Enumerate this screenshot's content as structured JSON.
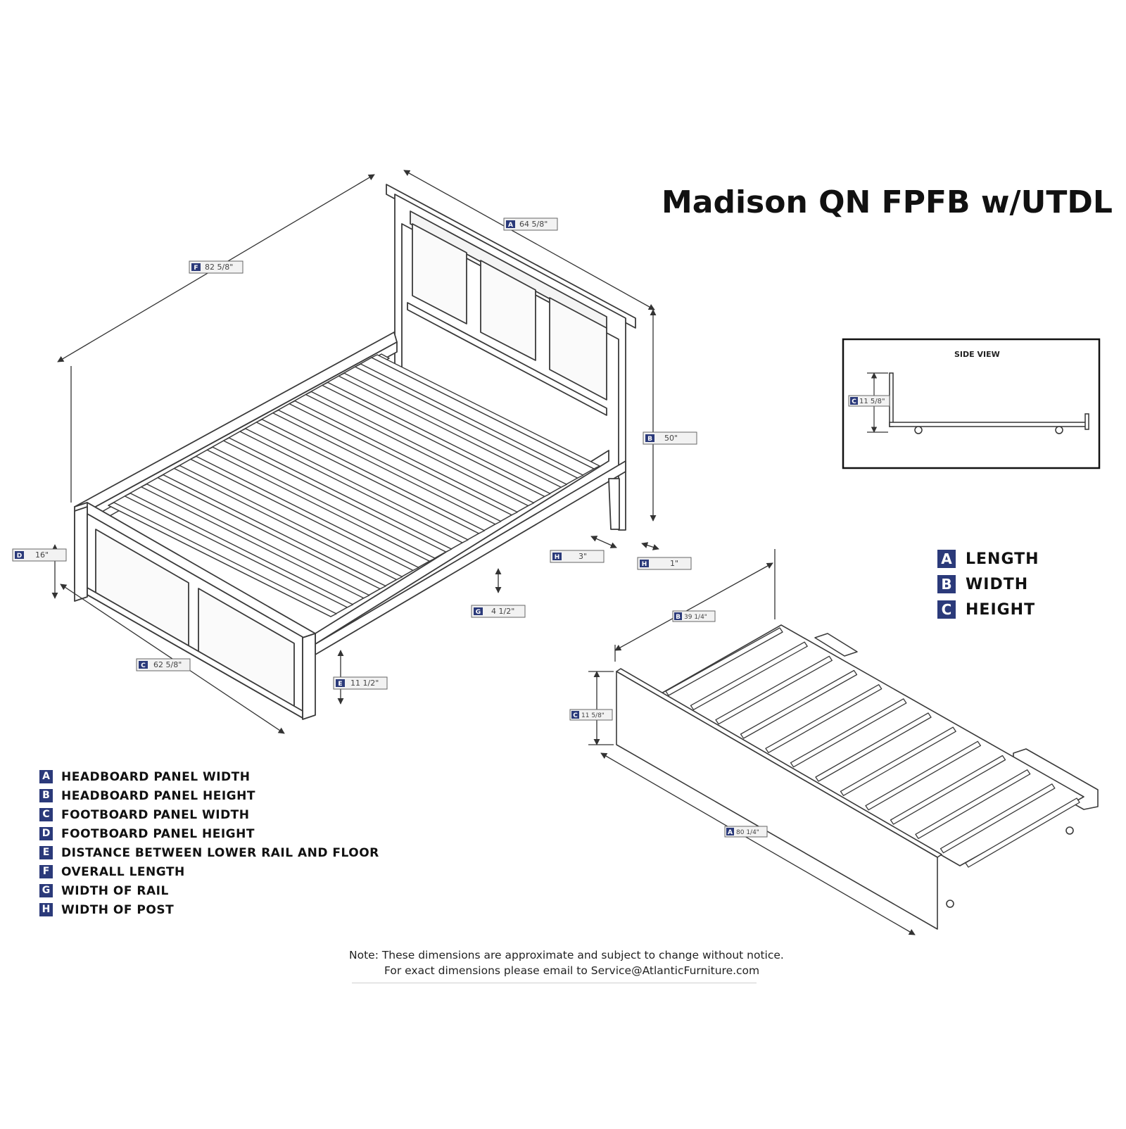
{
  "title": "Madison QN FPFB w/UTDL",
  "dimensions": {
    "A": {
      "letter": "A",
      "value": "64 5/8\""
    },
    "F": {
      "letter": "F",
      "value": "82 5/8\""
    },
    "B": {
      "letter": "B",
      "value": "50\""
    },
    "D": {
      "letter": "D",
      "value": "16\""
    },
    "H1": {
      "letter": "H",
      "value": "3\""
    },
    "H2": {
      "letter": "H",
      "value": "1\""
    },
    "G": {
      "letter": "G",
      "value": "4 1/2\""
    },
    "C": {
      "letter": "C",
      "value": "62 5/8\""
    },
    "E": {
      "letter": "E",
      "value": "11 1/2\""
    }
  },
  "side_view": {
    "title": "SIDE VIEW",
    "dim": {
      "letter": "C",
      "value": "11 5/8\""
    }
  },
  "trundle": {
    "B": {
      "letter": "B",
      "value": "39 1/4\""
    },
    "C": {
      "letter": "C",
      "value": "11 5/8\""
    },
    "A": {
      "letter": "A",
      "value": "80 1/4\""
    }
  },
  "legend_right": [
    {
      "letter": "A",
      "label": "LENGTH"
    },
    {
      "letter": "B",
      "label": "WIDTH"
    },
    {
      "letter": "C",
      "label": "HEIGHT"
    }
  ],
  "legend_left": [
    {
      "letter": "A",
      "label": "HEADBOARD PANEL WIDTH"
    },
    {
      "letter": "B",
      "label": "HEADBOARD PANEL HEIGHT"
    },
    {
      "letter": "C",
      "label": "FOOTBOARD PANEL WIDTH"
    },
    {
      "letter": "D",
      "label": "FOOTBOARD PANEL HEIGHT"
    },
    {
      "letter": "E",
      "label": "DISTANCE BETWEEN LOWER RAIL AND FLOOR"
    },
    {
      "letter": "F",
      "label": "OVERALL LENGTH"
    },
    {
      "letter": "G",
      "label": "WIDTH OF RAIL"
    },
    {
      "letter": "H",
      "label": "WIDTH OF POST"
    }
  ],
  "note": {
    "line1": "Note:  These dimensions are approximate and subject to change without notice.",
    "line2": "For exact dimensions please email to Service@AtlanticFurniture.com"
  },
  "colors": {
    "badge": "#2b3a7a",
    "line": "#333333",
    "label_bg": "#f2f2f2"
  }
}
